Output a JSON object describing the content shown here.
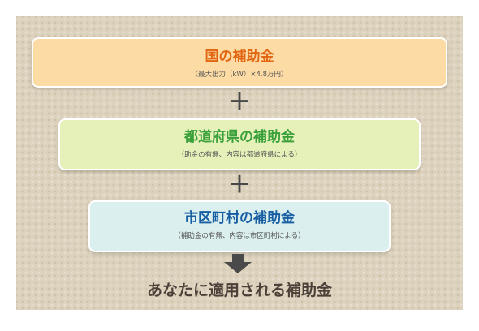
{
  "national": {
    "title": "国の補助金",
    "subtitle": "（最大出力（kW）×4.8万円）"
  },
  "prefecture": {
    "title": "都道府県の補助金",
    "subtitle": "（助金の有無、内容は都道府県による）"
  },
  "municipal": {
    "title": "市区町村の補助金",
    "subtitle": "（補助金の有無、内容は市区町村による）"
  },
  "operator_plus": "＋",
  "result": "あなたに適用される補助金",
  "colors": {
    "national_bg": "#fcdba5",
    "national_text": "#e26612",
    "prefecture_bg": "#e6f0b9",
    "prefecture_text": "#3aa039",
    "municipal_bg": "#dbefef",
    "municipal_text": "#185ea2",
    "panel_bg": "#ddd2bd",
    "operator": "#4a4a4a"
  }
}
